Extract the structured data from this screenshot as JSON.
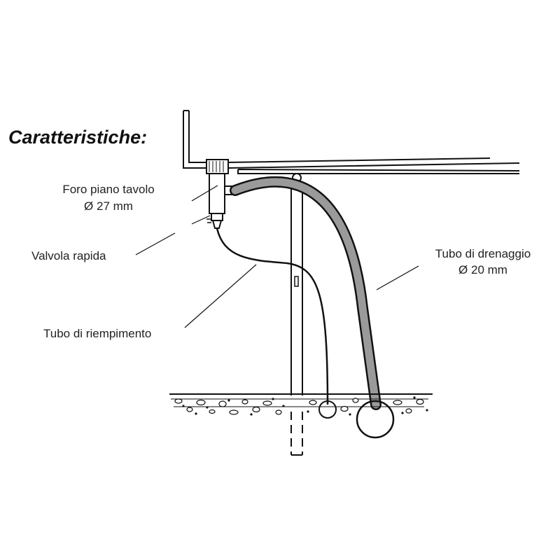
{
  "heading": "Caratteristiche:",
  "labels": {
    "hole_line1": "Foro piano tavolo",
    "hole_line2": "Ø 27 mm",
    "valve": "Valvola rapida",
    "drain_line1": "Tubo di drenaggio",
    "drain_line2": "Ø 20 mm",
    "fill_tube": "Tubo di riempimento"
  },
  "colors": {
    "line": "#111111",
    "drain_tube_fill": "#9a9a9a",
    "text": "#222222"
  }
}
